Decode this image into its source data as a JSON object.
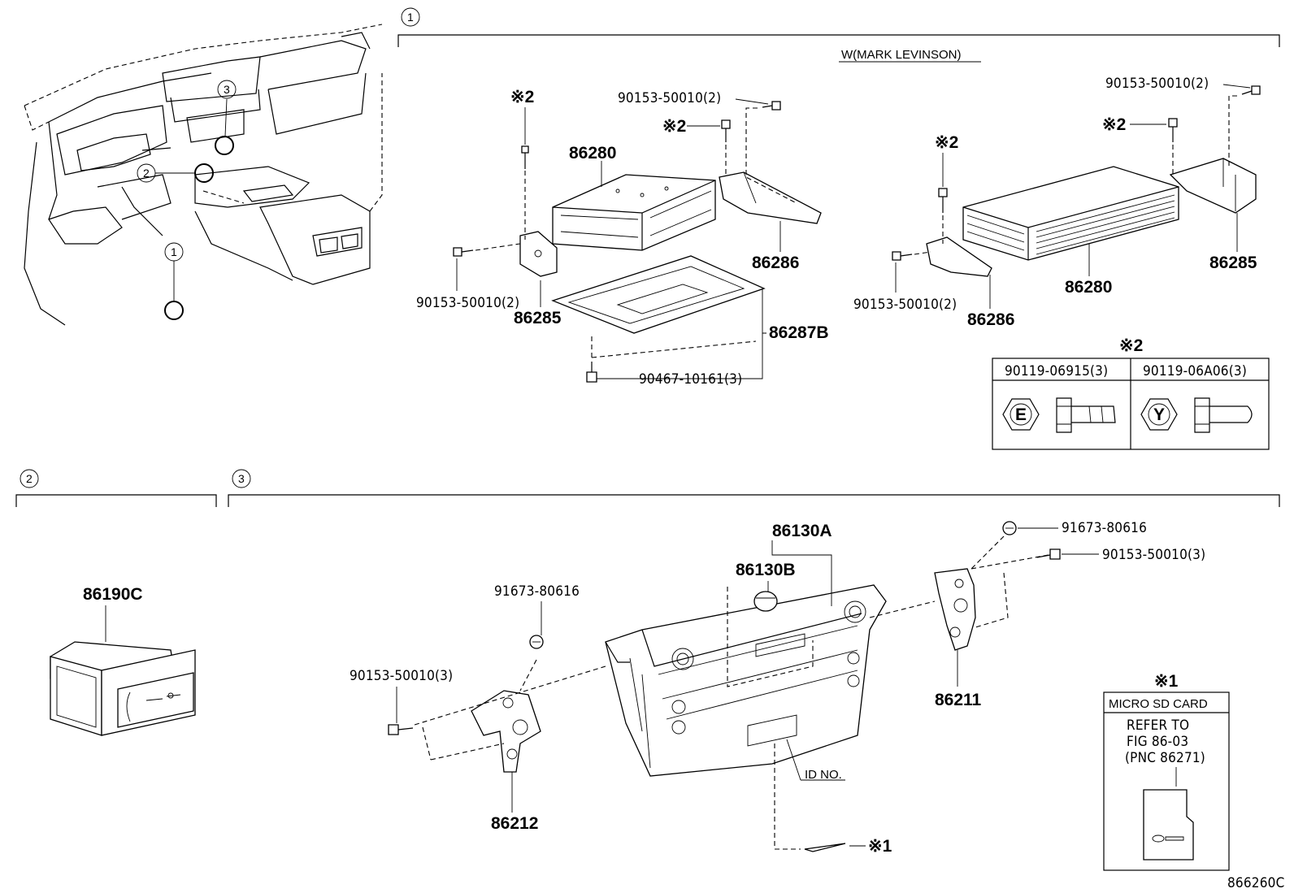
{
  "figure_id": "866260C",
  "sections": {
    "s1": {
      "num": "1",
      "variant_label": "W(MARK LEVINSON)"
    },
    "s2": {
      "num": "2"
    },
    "s3": {
      "num": "3"
    }
  },
  "overview_callouts": [
    "1",
    "2",
    "3"
  ],
  "parts": {
    "p86280_a": "86280",
    "p86286_a": "86286",
    "p86285_a": "86285",
    "p86287B": "86287B",
    "bolt_a": "90153-50010(2)",
    "bolt_b": "90153-50010(2)",
    "bolt_c": "90153-50010(2)",
    "bolt_d": "90153-50010(2)",
    "nut_a": "90467-10161(3)",
    "p86280_b": "86280",
    "p86286_b": "86286",
    "p86285_b": "86285",
    "note2_a": "※2",
    "note2_b": "※2",
    "note2_c": "※2",
    "note2_d": "※2",
    "note2_e": "※2",
    "p86190C": "86190C",
    "p86130A": "86130A",
    "p86130B": "86130B",
    "screw_a": "91673-80616",
    "screw_b": "91673-80616",
    "bolt_e": "90153-50010(3)",
    "bolt_f": "90153-50010(3)",
    "p86211": "86211",
    "p86212": "86212",
    "id_no": "ID NO.",
    "note1_a": "※1",
    "note1_b": "※1"
  },
  "fastener_table": {
    "title": "※2",
    "col1": {
      "part": "90119-06915(3)",
      "mark": "E"
    },
    "col2": {
      "part": "90119-06A06(3)",
      "mark": "Y"
    }
  },
  "sd_box": {
    "title": "MICRO SD CARD",
    "line1": "REFER TO",
    "line2": "FIG 86-03",
    "line3": "(PNC 86271)"
  }
}
